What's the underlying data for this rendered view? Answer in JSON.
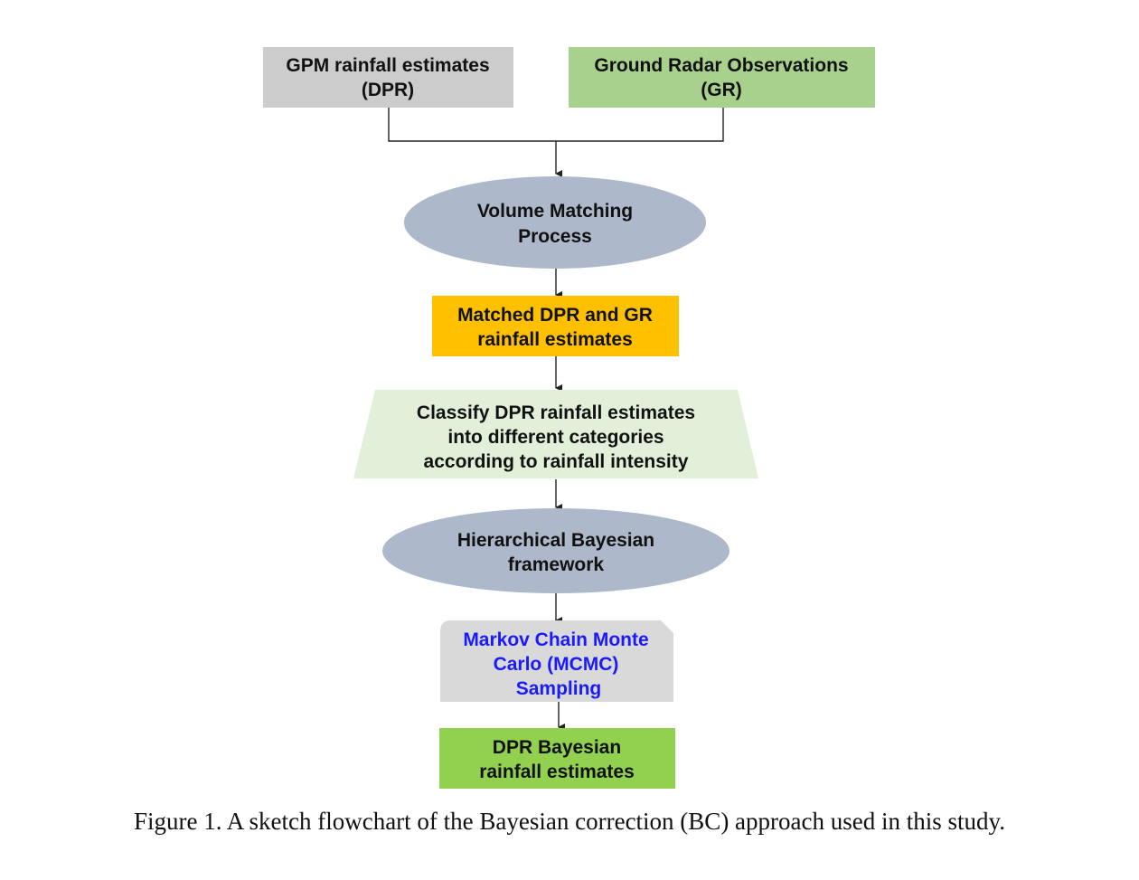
{
  "nodes": {
    "gpm": {
      "line1": "GPM rainfall estimates",
      "line2": "(DPR)",
      "fill": "#cccccc"
    },
    "ground_radar": {
      "line1": "Ground Radar Observations",
      "line2": "(GR)",
      "fill": "#a9d18e"
    },
    "volume_matching": {
      "line1": "Volume Matching",
      "line2": "Process",
      "fill": "#adb9ca"
    },
    "matched": {
      "line1": "Matched DPR and GR",
      "line2": "rainfall estimates",
      "fill": "#ffc000"
    },
    "classify": {
      "line1": "Classify DPR rainfall estimates",
      "line2": "into different categories",
      "line3": "according to rainfall intensity",
      "fill": "#e2f0d9"
    },
    "hierarchical": {
      "line1": "Hierarchical Bayesian",
      "line2": "framework",
      "fill": "#adb9ca"
    },
    "mcmc": {
      "line1": "Markov Chain Monte",
      "line2": "Carlo (MCMC)",
      "line3": "Sampling",
      "fill": "#d9d9d9",
      "text_color": "#1a1aff"
    },
    "dpr_bayesian": {
      "line1": "DPR Bayesian",
      "line2": "rainfall estimates",
      "fill": "#92d050"
    }
  },
  "caption": "Figure 1. A sketch flowchart of the Bayesian correction (BC) approach used in this study."
}
